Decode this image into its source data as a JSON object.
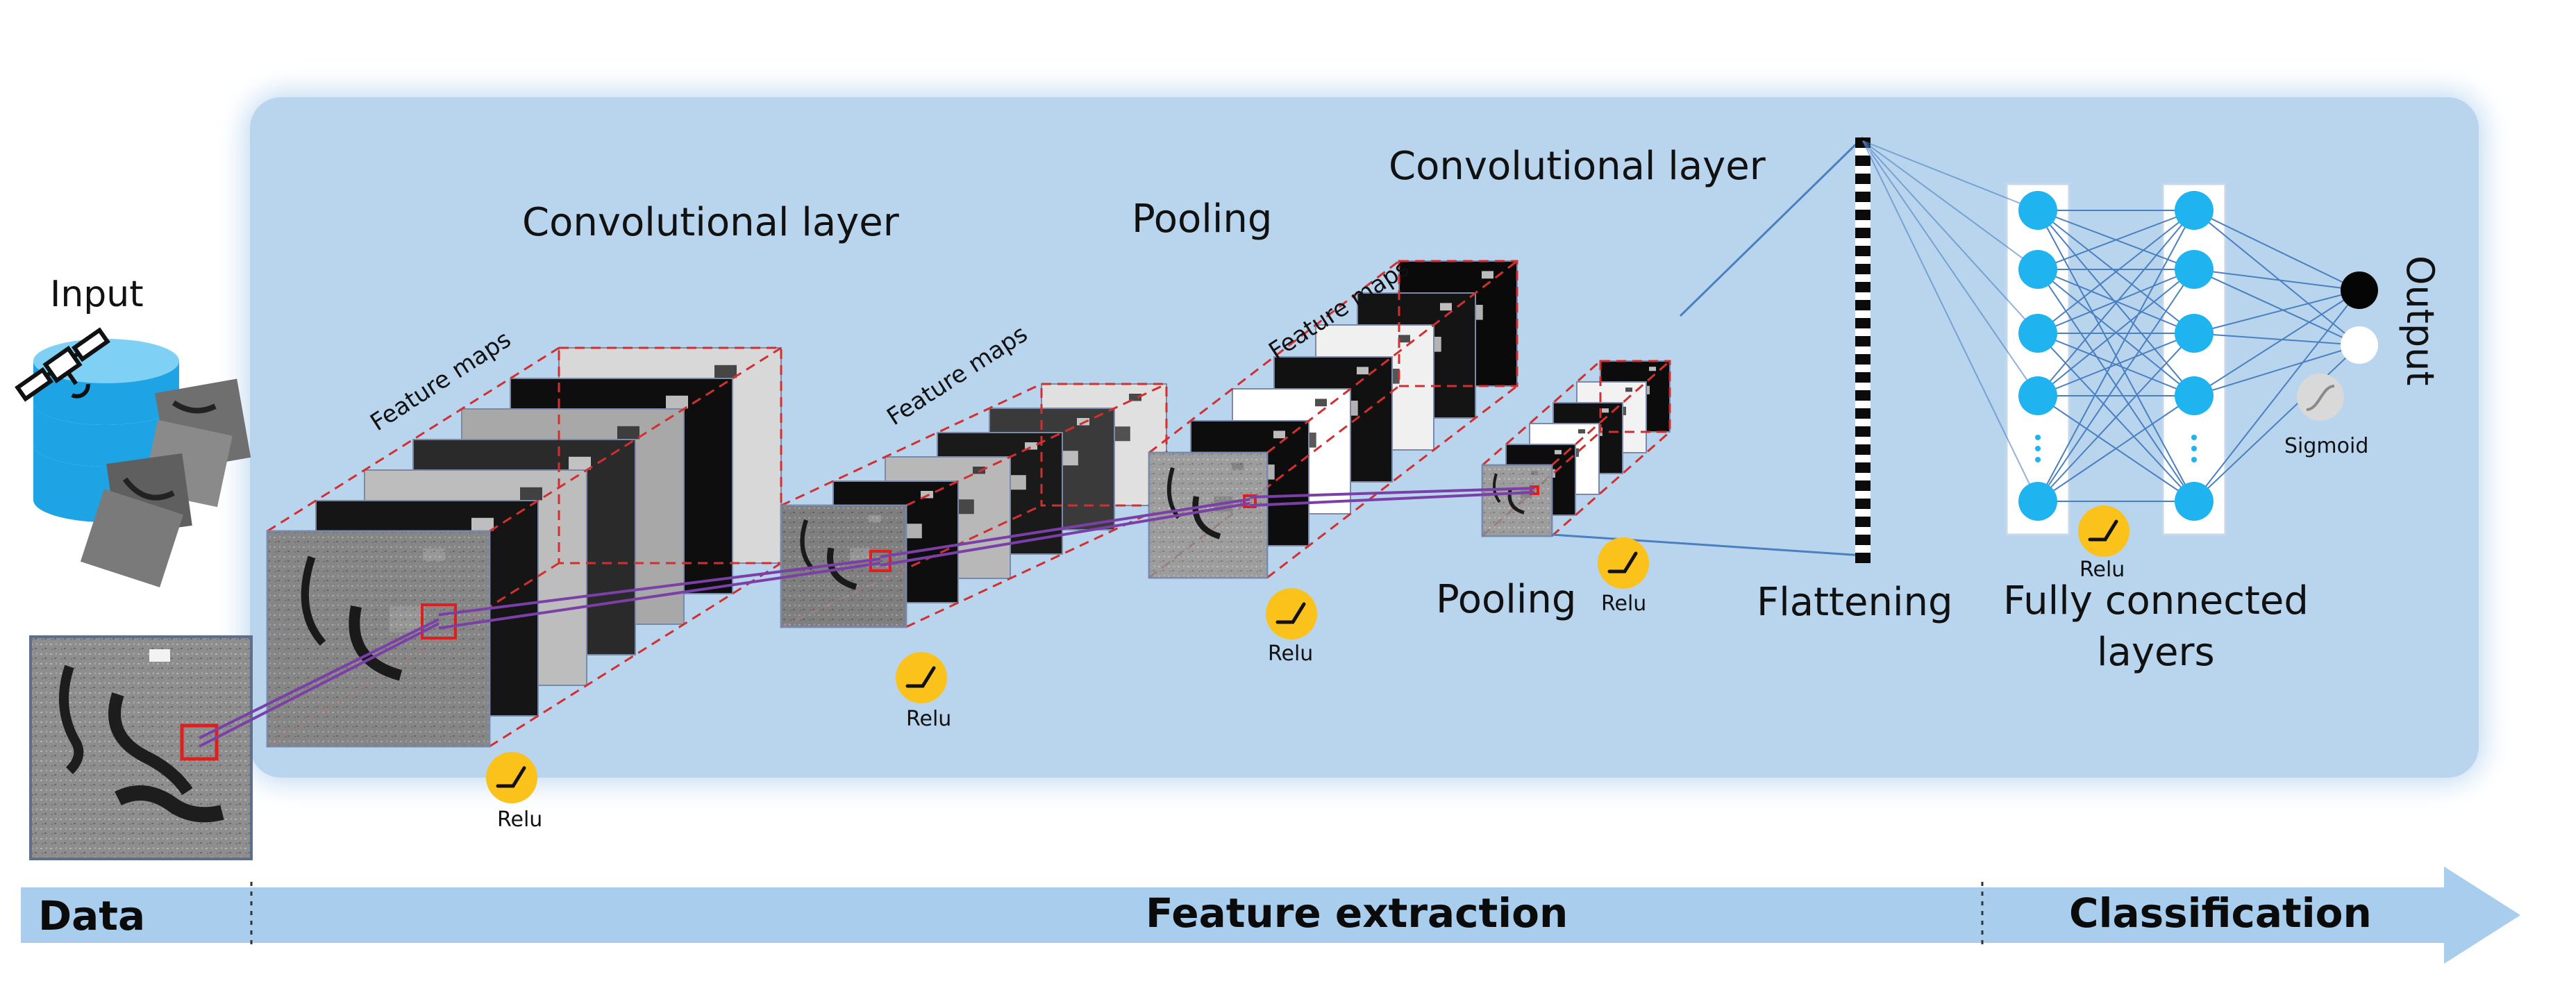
{
  "labels": {
    "input": "Input",
    "conv1": "Convolutional layer",
    "pool1": "Pooling",
    "conv2": "Convolutional layer",
    "pool2": "Pooling",
    "flattening": "Flattening",
    "fully_connected_line1": "Fully connected",
    "fully_connected_line2": "layers",
    "output": "Output",
    "sigmoid": "Sigmoid",
    "feature_maps": "Feature maps",
    "relu": "Relu"
  },
  "stages": {
    "data": "Data",
    "feature_extraction": "Feature extraction",
    "classification": "Classification"
  },
  "colors": {
    "panel": "#b9d5ee",
    "arrow": "#a9cdec",
    "neuron": "#1fb3f0",
    "relu": "#fac21a",
    "dash_red": "#d23030",
    "link_purple": "#7b3fa8",
    "fc_line": "#4a7fc0"
  },
  "icons": {
    "database": "database-icon",
    "satellite": "satellite-icon",
    "relu": "relu-activation-icon",
    "sigmoid": "sigmoid-activation-icon"
  },
  "network": {
    "fc_layer_neurons_shown": 5,
    "output_neurons": 2
  }
}
